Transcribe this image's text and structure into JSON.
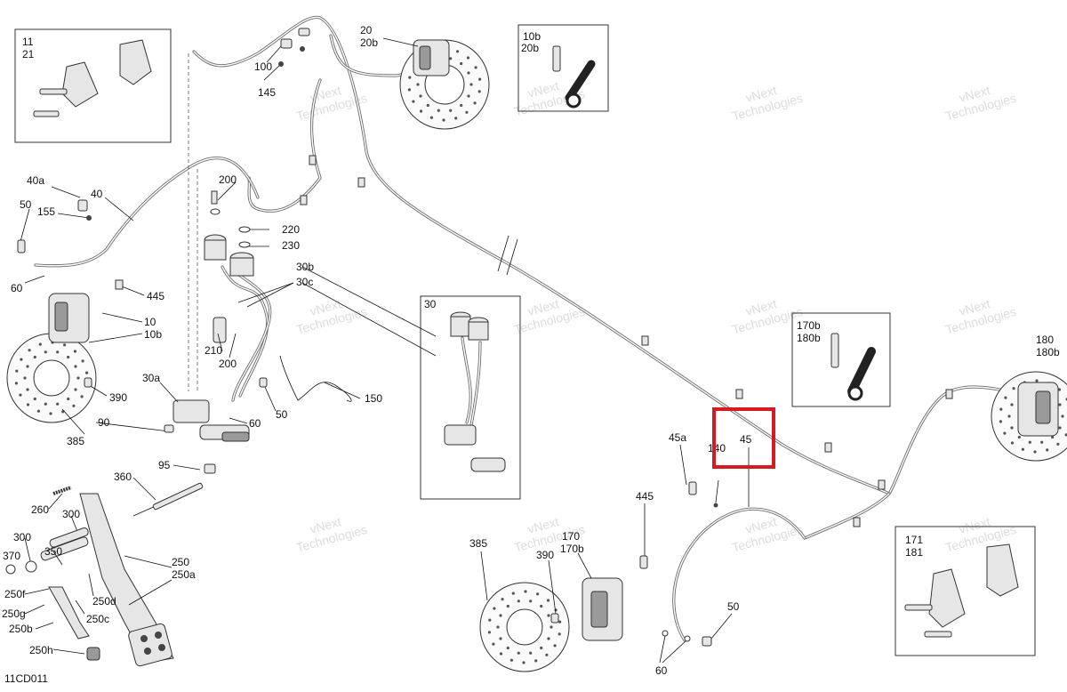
{
  "diagram_code": "11CD011",
  "watermark": {
    "line1": "vNext",
    "line2": "Technologies",
    "small": "vNext Technologies"
  },
  "highlight_color": "#d71920",
  "labels": {
    "l11": "11",
    "l21": "21",
    "l20": "20",
    "l20b": "20b",
    "l100": "100",
    "l145": "145",
    "l10b_box": "10b",
    "l20b_box": "20b",
    "l40a": "40a",
    "l40": "40",
    "l50a": "50",
    "l155": "155",
    "l60a": "60",
    "l200a": "200",
    "l220": "220",
    "l230": "230",
    "l30b": "30b",
    "l30c": "30c",
    "l445a": "445",
    "l10": "10",
    "l10b": "10b",
    "l210": "210",
    "l200b": "200",
    "l30": "30",
    "l170b_box": "170b",
    "l180b_box": "180b",
    "l180": "180",
    "l180b": "180b",
    "l390a": "390",
    "l30a": "30a",
    "l90": "90",
    "l60b": "60",
    "l50b": "50",
    "l150": "150",
    "l385a": "385",
    "l95": "95",
    "l360": "360",
    "l260": "260",
    "l300a": "300",
    "l300b": "300",
    "l350": "350",
    "l370": "370",
    "l250": "250",
    "l250a": "250a",
    "l250f": "250f",
    "l250d": "250d",
    "l250g": "250g",
    "l250c": "250c",
    "l250b": "250b",
    "l250h": "250h",
    "l45a": "45a",
    "l140": "140",
    "l45": "45",
    "l445b": "445",
    "l385b": "385",
    "l390b": "390",
    "l170": "170",
    "l170b": "170b",
    "l50c": "50",
    "l60c": "60",
    "l171": "171",
    "l181": "181"
  }
}
